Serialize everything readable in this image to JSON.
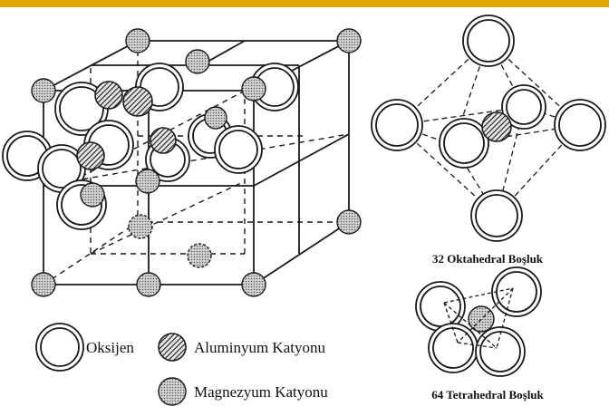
{
  "diagram": {
    "captions": {
      "octahedral": "32 Oktahedral Boşluk",
      "tetrahedral": "64 Tetrahedral Boşluk"
    },
    "legend": {
      "oxygen": "Oksijen",
      "aluminum": "Aluminyum Katyonu",
      "magnesium": "Magnezyum Katyonu"
    },
    "colors": {
      "accent_bar": "#e0a800",
      "outline": "#1a1a1a",
      "oxygen_fill": "#ffffff",
      "aluminum_fill": "#555555",
      "magnesium_fill": "#bdbdbd"
    }
  }
}
